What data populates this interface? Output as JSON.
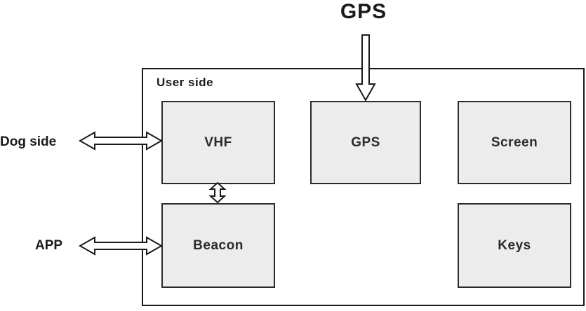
{
  "diagram": {
    "title": "GPS",
    "container_label": "User side",
    "blocks": {
      "vhf": "VHF",
      "gps": "GPS",
      "screen": "Screen",
      "beacon": "Beacon",
      "keys": "Keys"
    },
    "external_labels": {
      "dog_side": "Dog side",
      "app": "APP"
    },
    "arrows": {
      "gps_to_gps_block": "down-arrow",
      "dog_side_to_vhf": "double-headed-horizontal",
      "app_to_beacon": "double-headed-horizontal",
      "vhf_to_beacon": "double-headed-vertical"
    },
    "colors": {
      "block_fill": "#ececec",
      "block_border": "#2b2b2b",
      "outer_border": "#1a1a1a",
      "arrow_fill": "#ffffff",
      "arrow_stroke": "#1a1a1a",
      "text": "#1a1a1a"
    }
  }
}
